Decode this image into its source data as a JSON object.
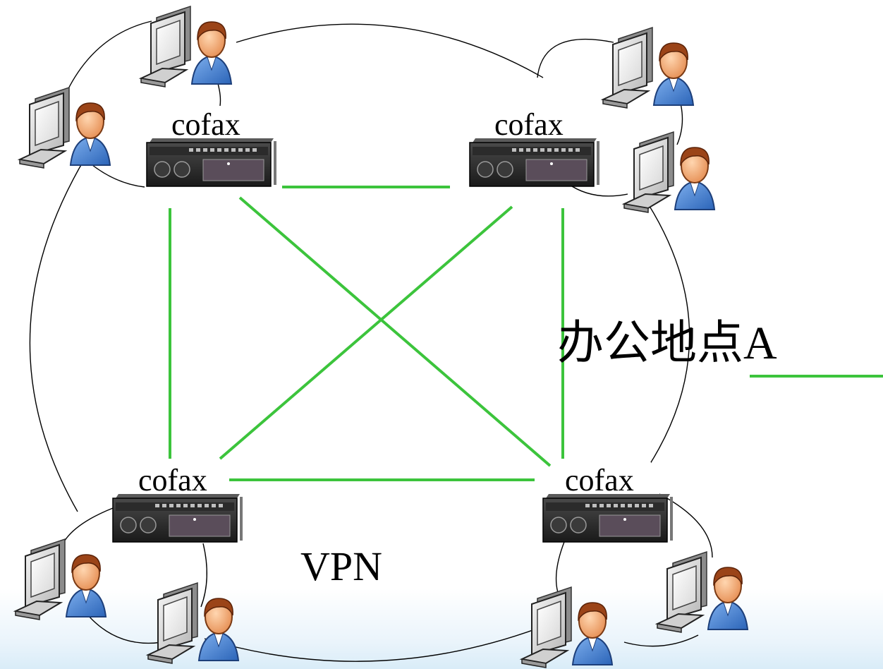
{
  "nodes": [
    {
      "id": "tl",
      "label": "cofax"
    },
    {
      "id": "tr",
      "label": "cofax"
    },
    {
      "id": "bl",
      "label": "cofax"
    },
    {
      "id": "br",
      "label": "cofax"
    }
  ],
  "center_label": "VPN",
  "side_label": "办公地点A",
  "colors": {
    "vpn_link": "#3cc43c",
    "cable": "#000000",
    "monitor": "#cfcfcf",
    "skin": "#f0a770",
    "hair": "#8b3a12",
    "shirt": "#3f7fd0"
  }
}
